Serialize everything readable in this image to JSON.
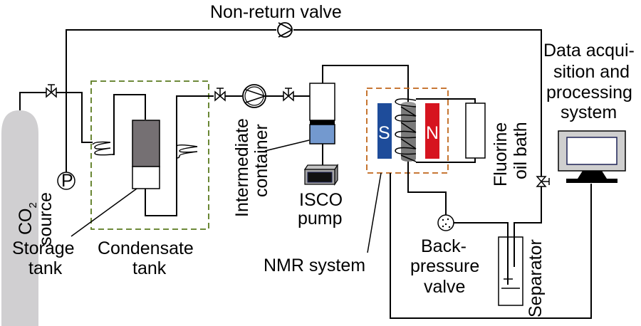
{
  "diagram": {
    "title": "CO2 flow and NMR experimental setup",
    "colors": {
      "line": "#000000",
      "condensate_box": "#5a7a1e",
      "nmr_box": "#c0661a",
      "cylinder_fill": "#d0cfd1",
      "storage_gas": "#757073",
      "intermediate_liquid": "#7399cf",
      "magnet_s": "#1e4c9a",
      "magnet_n": "#d6141f",
      "sample_tube": "#7a7a7a",
      "monitor_frame": "#cfcfcf",
      "monitor_screen_border": "#1d2257"
    },
    "labels": {
      "non_return_valve": "Non-return valve",
      "co2_source_main": "CO",
      "co2_source_sub": "2",
      "co2_source_line2": "source",
      "pressure_gauge": "P",
      "storage_tank_1": "Storage",
      "storage_tank_2": "tank",
      "condensate_tank_1": "Condensate",
      "condensate_tank_2": "tank",
      "intermediate_1": "Intermediate",
      "intermediate_2": "container",
      "isco_1": "ISCO",
      "isco_2": "pump",
      "magnet_s": "S",
      "magnet_n": "N",
      "fluorine_1": "Fluorine",
      "fluorine_2": "oil bath",
      "nmr_system": "NMR system",
      "back_pressure_1": "Back-",
      "back_pressure_2": "pressure",
      "back_pressure_3": "valve",
      "separator": "Separator",
      "daq_1": "Data acqui-",
      "daq_2": "sition and",
      "daq_3": "processing",
      "daq_4": "system"
    }
  }
}
